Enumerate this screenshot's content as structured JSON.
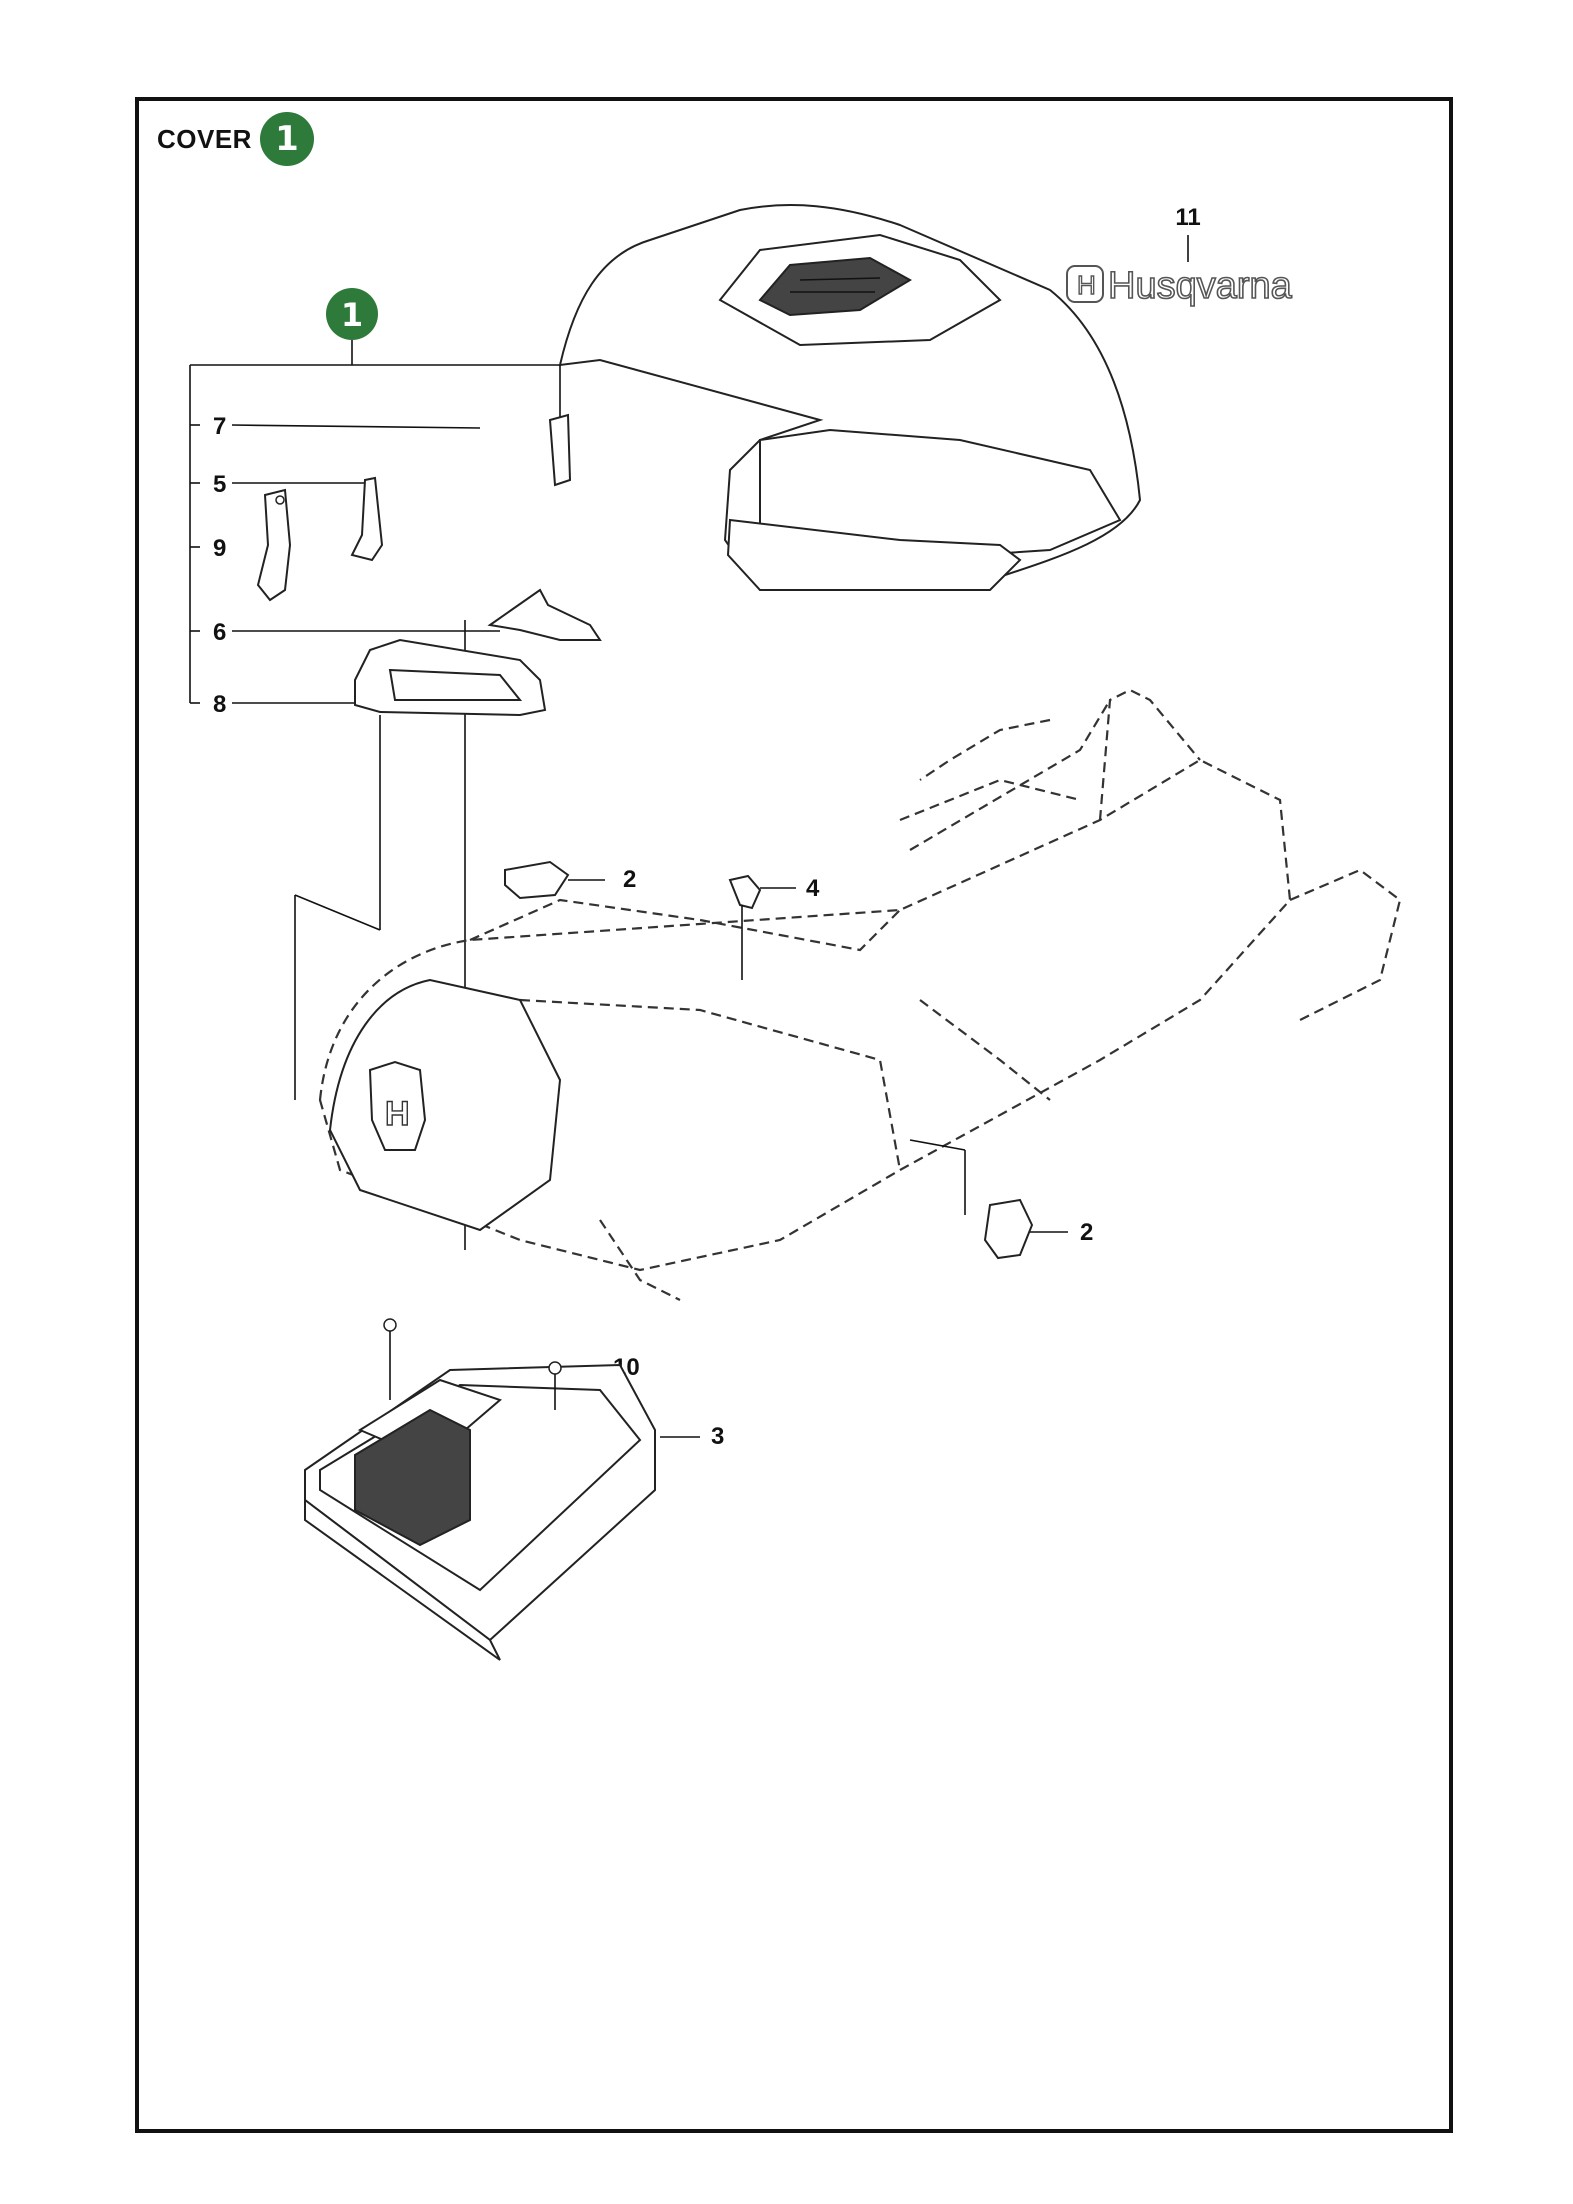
{
  "header": {
    "title": "COVER",
    "section_number": "1"
  },
  "group_badge": "1",
  "logo": {
    "text": "Husqvarna"
  },
  "callouts": {
    "c1": "11",
    "c2": "7",
    "c3": "5",
    "c4": "9",
    "c5": "6",
    "c6": "8",
    "c7": "2",
    "c8": "4",
    "c9": "2",
    "c10": "10",
    "c11": "3"
  }
}
